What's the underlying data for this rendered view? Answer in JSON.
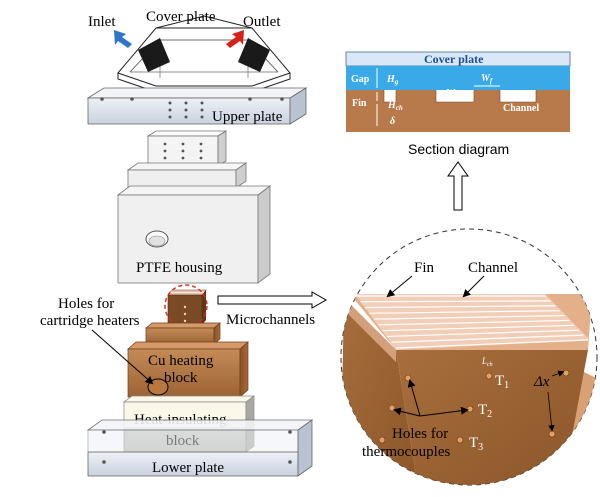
{
  "labels": {
    "inlet": "Inlet",
    "cover_plate": "Cover plate",
    "outlet": "Outlet",
    "upper_plate": "Upper plate",
    "ptfe_housing": "PTFE housing",
    "holes_cartridge_line1": "Holes for",
    "holes_cartridge_line2": "cartridge heaters",
    "microchannels": "Microchannels",
    "cu_block_line1": "Cu heating",
    "cu_block_line2": "block",
    "insulating_line1": "Heat-insulating",
    "insulating_line2": "block",
    "lower_plate": "Lower plate",
    "section_diagram": "Section diagram",
    "fin_callout": "Fin",
    "channel_callout": "Channel",
    "holes_thermo_line1": "Holes for",
    "holes_thermo_line2": "thermocouples"
  },
  "section": {
    "cover_plate": "Cover plate",
    "gap": "Gap",
    "fin": "Fin",
    "channel": "Channel",
    "hg": "H",
    "hg_sub": "g",
    "hch": "H",
    "hch_sub": "ch",
    "wch": "W",
    "wch_sub": "ch",
    "wf": "W",
    "wf_sub": "f",
    "delta": "δ"
  },
  "zoom": {
    "lch": "L",
    "lch_sub": "ch",
    "t1": "T",
    "t1_sub": "1",
    "t2": "T",
    "t2_sub": "2",
    "t3": "T",
    "t3_sub": "3",
    "dx": "Δx"
  },
  "colors": {
    "copper": "#b87a4b",
    "gap_blue": "#3aa9e8",
    "cover_blue": "#d8e8f7",
    "inlet_arrow": "#2f75c9",
    "outlet_arrow": "#d8201a"
  }
}
